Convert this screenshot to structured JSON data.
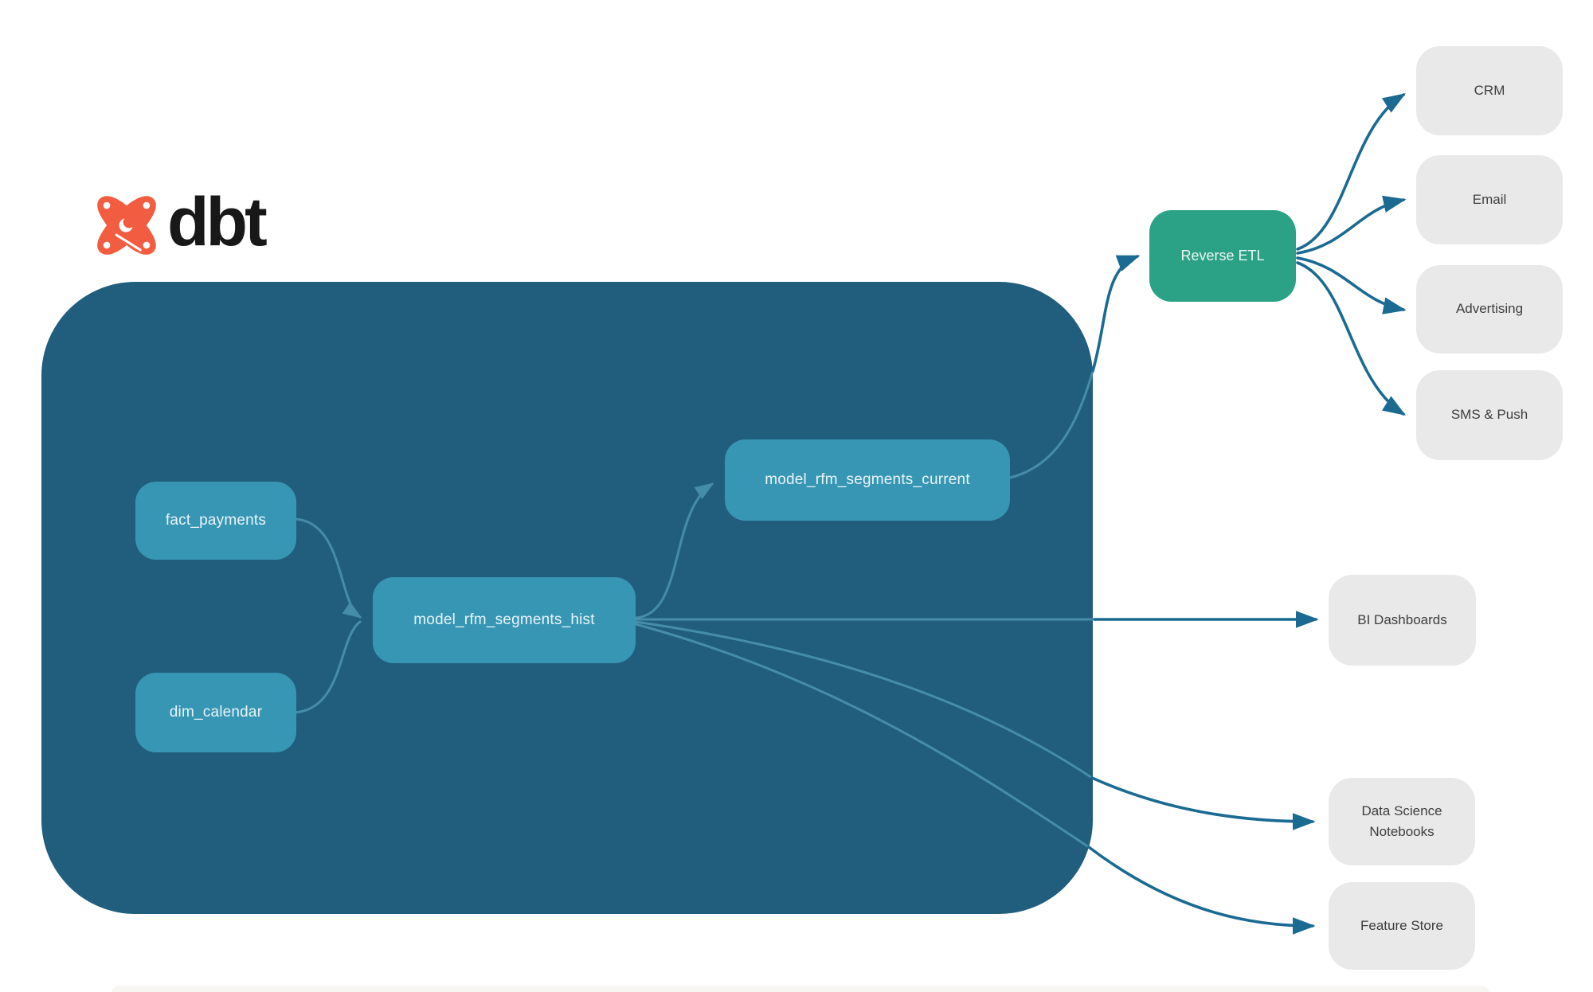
{
  "brand": {
    "logo_text": "dbt"
  },
  "nodes": {
    "fact_payments": {
      "label": "fact_payments"
    },
    "dim_calendar": {
      "label": "dim_calendar"
    },
    "model_rfm_segments_hist": {
      "label": "model_rfm_segments_hist"
    },
    "model_rfm_segments_current": {
      "label": "model_rfm_segments_current"
    },
    "reverse_etl": {
      "label": "Reverse ETL"
    },
    "crm": {
      "label": "CRM"
    },
    "email": {
      "label": "Email"
    },
    "advertising": {
      "label": "Advertising"
    },
    "sms_push": {
      "label": "SMS & Push"
    },
    "bi_dashboards": {
      "label": "BI Dashboards"
    },
    "data_science_notebooks": {
      "label": "Data Science Notebooks"
    },
    "feature_store": {
      "label": "Feature Store"
    }
  },
  "edges": [
    "fact_payments -> model_rfm_segments_hist",
    "dim_calendar -> model_rfm_segments_hist",
    "model_rfm_segments_hist -> model_rfm_segments_current",
    "model_rfm_segments_current -> reverse_etl",
    "reverse_etl -> crm",
    "reverse_etl -> email",
    "reverse_etl -> advertising",
    "reverse_etl -> sms_push",
    "model_rfm_segments_hist -> bi_dashboards",
    "model_rfm_segments_hist -> data_science_notebooks",
    "model_rfm_segments_hist -> feature_store"
  ],
  "colors": {
    "warehouse_container": "#215e7e",
    "model_node": "#3896b5",
    "reverse_etl_node": "#2ba186",
    "destination_node": "#e9e9e9",
    "edge_dark": "#1a6a92",
    "edge_light": "#4f98b4",
    "logo_orange": "#f25c41"
  }
}
